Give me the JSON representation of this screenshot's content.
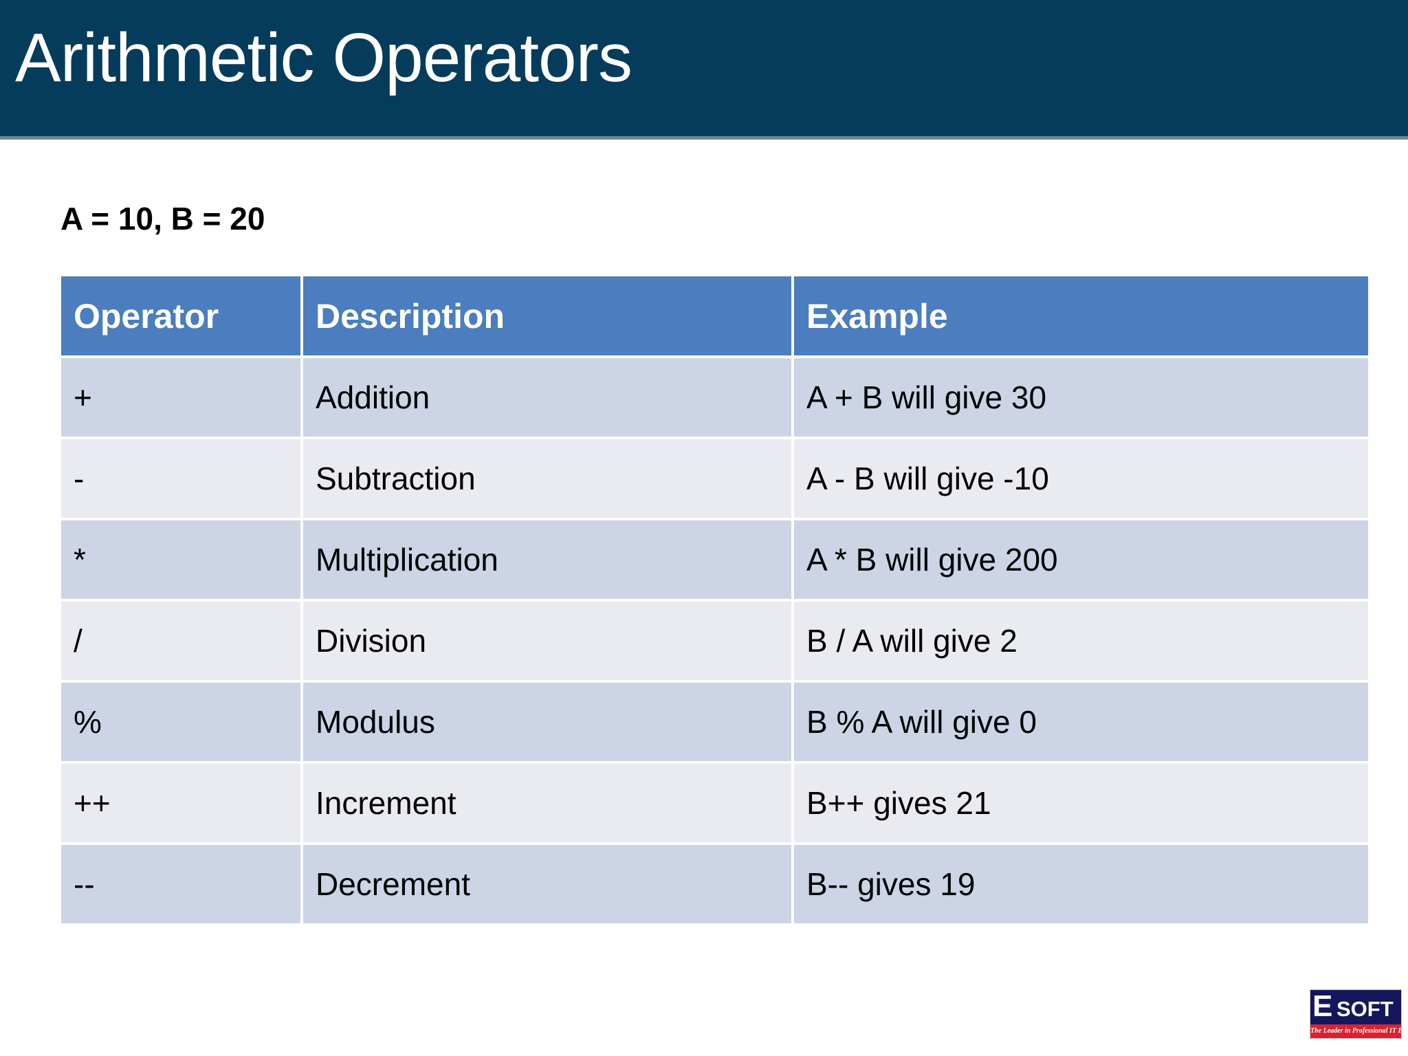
{
  "slide": {
    "title": "Arithmetic Operators",
    "givens": "A = 10, B = 20",
    "banner_color": "#053c5c",
    "table_header_color": "#4b7dbf",
    "row_odd_color": "#ccd4e6",
    "row_even_color": "#e9ebf1"
  },
  "table": {
    "headers": {
      "operator": "Operator",
      "description": "Description",
      "example": "Example"
    },
    "rows": [
      {
        "operator": "+",
        "description": "Addition",
        "example": "A + B will give 30"
      },
      {
        "operator": "-",
        "description": "Subtraction",
        "example": "A - B will give -10"
      },
      {
        "operator": "*",
        "description": "Multiplication",
        "example": "A * B will give 200"
      },
      {
        "operator": "/",
        "description": "Division",
        "example": "B / A will give 2"
      },
      {
        "operator": "%",
        "description": "Modulus",
        "example": "B % A will give 0"
      },
      {
        "operator": "++",
        "description": "Increment",
        "example": "B++ gives 21"
      },
      {
        "operator": "--",
        "description": "Decrement",
        "example": "B-- gives 19"
      }
    ]
  },
  "logo": {
    "mark_e": "E",
    "mark_soft": "SOFT",
    "tagline": "The Leader in Professional IT Education",
    "box_color": "#14175c",
    "tagline_color": "#d8232f"
  }
}
